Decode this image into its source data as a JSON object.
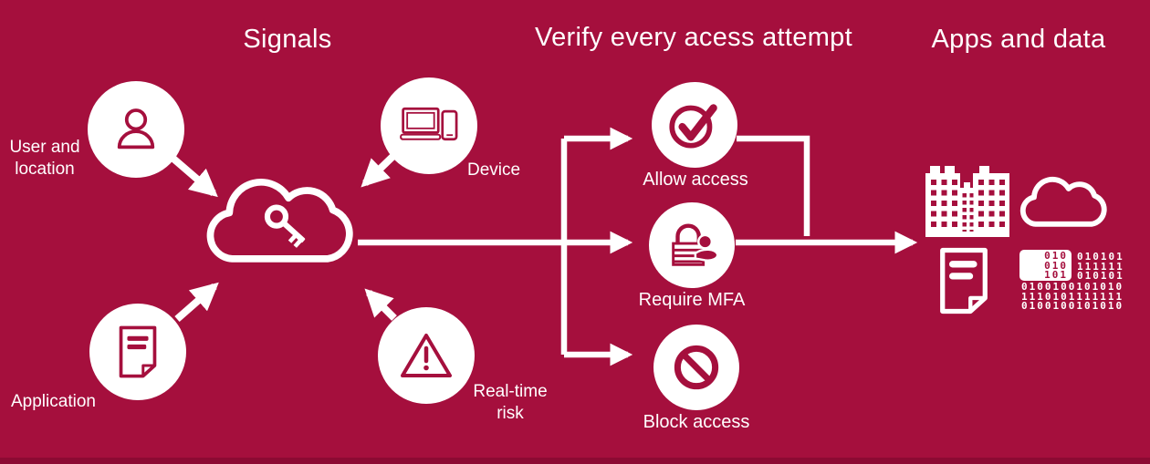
{
  "titles": {
    "signals": "Signals",
    "verify": "Verify every acess attempt",
    "apps": "Apps and data"
  },
  "signal_labels": {
    "user_line1": "User and",
    "user_line2": "location",
    "device": "Device",
    "application": "Application",
    "risk_line1": "Real-time",
    "risk_line2": "risk"
  },
  "decision_labels": {
    "allow": "Allow access",
    "mfa": "Require MFA",
    "block": "Block access"
  },
  "binary": {
    "box_rows": [
      "010",
      "010",
      "101"
    ],
    "side_rows": [
      "010101",
      "111111",
      "010101"
    ],
    "bottom_rows": [
      "0100100101010",
      "1110101111111",
      "0100100101010"
    ]
  },
  "icons": {
    "user": "person-icon",
    "device": "laptop-phone-icon",
    "application": "document-icon",
    "risk": "warning-triangle-icon",
    "hub": "cloud-key-icon",
    "allow": "check-circle-icon",
    "mfa": "lock-user-icon",
    "block": "prohibition-icon",
    "apps1": "building-icon",
    "apps2": "cloud-icon",
    "apps3": "file-icon",
    "apps4": "binary-data-icon"
  },
  "colors": {
    "background": "#A50F3D",
    "bottom_bar": "#8C0A33",
    "foreground": "#FFFFFF"
  }
}
